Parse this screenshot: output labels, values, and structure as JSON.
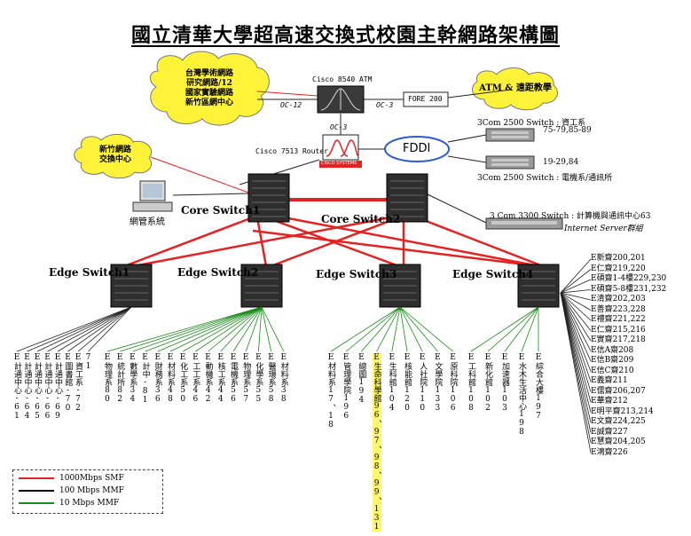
{
  "title": "國立清華大學超高速交換式校園主幹網路架構圖",
  "cloud_taiwan": [
    "台灣學術網路",
    "研究網路/12",
    "國家實驗網路",
    "新竹區網中心"
  ],
  "cloud_atm": "ATM & 遠距教學",
  "cloud_hsinchu": [
    "新竹網路",
    "交換中心"
  ],
  "cisco_atm": "Cisco 8540 ATM",
  "oc12": "OC-12",
  "oc3_right": "OC-3",
  "oc3_down": "OC-3",
  "fore": "FORE 200",
  "cisco_router": "Cisco 7513 Router",
  "cisco_logo": "CISCO SYSTEMS",
  "fddi": "FDDI",
  "sw_top": "3Com  2500 Switch : 資工系",
  "sw_top_range": "75-79,85-89",
  "sw_bottom_range": "19-29,84",
  "sw_bottom": "3Com  2500 Switch : 電機系/通訊所",
  "sw3300": "3 Com 3300  Switch : 計算機與通訊中心63",
  "internet": "Internet Server群組",
  "mgmt": "網管系統",
  "core1": "Core Switch1",
  "core2": "Core Switch2",
  "edge1": "Edge Switch1",
  "edge2": "Edge Switch2",
  "edge3": "Edge Switch3",
  "edge4": "Edge Switch4",
  "edge1_cols": [
    {
      "text": "E計通中心-61",
      "hl": false
    },
    {
      "text": "E計通中心-64",
      "hl": false
    },
    {
      "text": "E計通中心-65",
      "hl": false
    },
    {
      "text": "E計通中心-66",
      "hl": false
    },
    {
      "text": "E計通中心-69",
      "hl": false
    },
    {
      "text": "E圖書館-70",
      "hl": false
    },
    {
      "text": "E資工系-72",
      "hl": false
    },
    {
      "text": "71",
      "hl": false
    }
  ],
  "edge2_cols": [
    {
      "text": "E物理系80",
      "hl": false
    },
    {
      "text": "E統計所82",
      "hl": false
    },
    {
      "text": "E數學系34",
      "hl": false
    },
    {
      "text": "E計中-81",
      "hl": false
    },
    {
      "text": "E財務系36",
      "hl": false
    },
    {
      "text": "E材料系48",
      "hl": false
    },
    {
      "text": "E化工系50",
      "hl": false
    },
    {
      "text": "E工工系46",
      "hl": false
    },
    {
      "text": "E動機系42",
      "hl": false
    },
    {
      "text": "E核工系44",
      "hl": false
    },
    {
      "text": "E電機系56",
      "hl": false
    },
    {
      "text": "E物理系57",
      "hl": false
    },
    {
      "text": "E化學系55",
      "hl": false
    },
    {
      "text": "E醫環系58",
      "hl": false
    },
    {
      "text": "E材料系38",
      "hl": false
    }
  ],
  "edge3_cols": [
    {
      "text": "E材料系17、18",
      "hl": false
    },
    {
      "text": "E管理學院196",
      "hl": false
    },
    {
      "text": "E總圖194",
      "hl": false
    },
    {
      "text": "E生命科學館96、97、98、99、131",
      "hl": true
    },
    {
      "text": "E生科館104",
      "hl": false
    },
    {
      "text": "E核能館120",
      "hl": false
    },
    {
      "text": "E人社院110",
      "hl": false
    },
    {
      "text": "E文學院133",
      "hl": false
    },
    {
      "text": "E原科院106",
      "hl": false
    }
  ],
  "edge4_cols": [
    {
      "text": "E工科館108",
      "hl": false
    },
    {
      "text": "E新化館102",
      "hl": false
    },
    {
      "text": "E加速器103",
      "hl": false
    },
    {
      "text": "E水木生活中心198",
      "hl": false
    },
    {
      "text": "E綜合大樓197",
      "hl": false
    }
  ],
  "right_list": [
    "E新齋200,201",
    "E仁齋219,220",
    "E碩齋1-4樓229,230",
    "E碩齋5-8樓231,232",
    "E清齋202,203",
    "E善齋223,228",
    "E禮齋221,222",
    "E仁齋215,216",
    "E實齋217,218",
    "E信A齋208",
    "E信B齋209",
    "E信C齋210",
    "E義齋211",
    "E儒齋206,207",
    "E華齋212",
    "E明平齋213,214",
    "E文齋224,225",
    "E誠齋227",
    "E慧齋204,205",
    "E鴻齋226"
  ],
  "legend": [
    {
      "label": "1000Mbps  SMF",
      "color": "#e52222"
    },
    {
      "label": "100 Mbps  MMF",
      "color": "#000000"
    },
    {
      "label": "10   Mbps  MMF",
      "color": "#1a8a1a"
    }
  ]
}
